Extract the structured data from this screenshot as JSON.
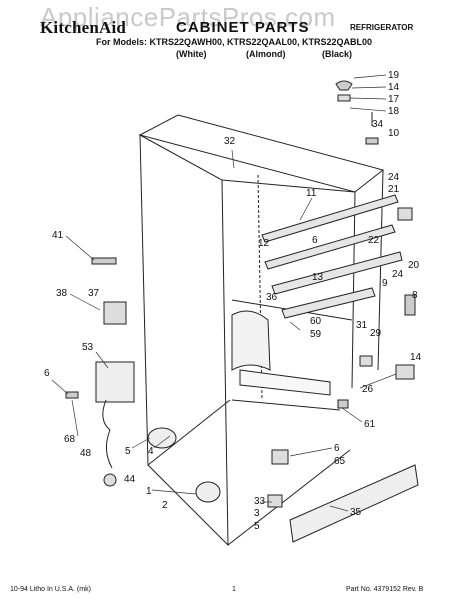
{
  "header": {
    "watermark": "AppliancePartsPros.com",
    "brand": "KitchenAid",
    "title": "CABINET PARTS",
    "category": "REFRIGERATOR",
    "models_line": "For Models: KTRS22QAWH00, KTRS22QAAL00, KTRS22QABL00",
    "colors": [
      "(White)",
      "(Almond)",
      "(Black)"
    ]
  },
  "callouts": [
    "19",
    "14",
    "17",
    "18",
    "34",
    "10",
    "32",
    "11",
    "24",
    "21",
    "41",
    "12",
    "6",
    "22",
    "24",
    "20",
    "13",
    "9",
    "36",
    "8",
    "38",
    "37",
    "60",
    "59",
    "31",
    "29",
    "53",
    "14",
    "6",
    "26",
    "61",
    "68",
    "48",
    "5",
    "4",
    "44",
    "6",
    "65",
    "1",
    "2",
    "33",
    "3",
    "5",
    "35"
  ],
  "footer": {
    "left": "10-94 Litho In U.S.A. (mk)",
    "center": "1",
    "right": "Part No. 4379152 Rev. B"
  }
}
